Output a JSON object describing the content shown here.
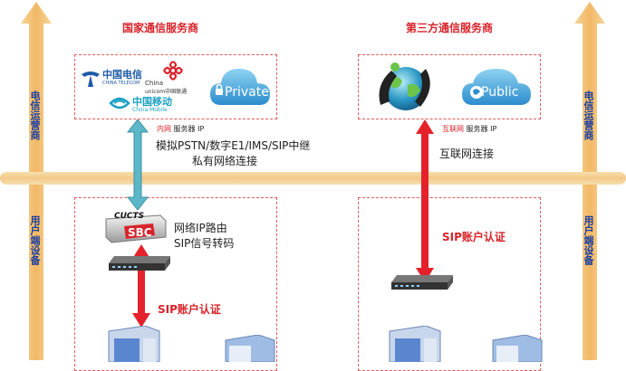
{
  "left_sidebar": {
    "top_label": "电信运营商",
    "bottom_label": "用户端设备"
  },
  "right_sidebar": {
    "top_label": "电信运营商",
    "bottom_label": "用户端设备"
  },
  "left_provider": {
    "title": "国家通信服务商",
    "telecom_logo_cn": "中国电信",
    "telecom_logo_en": "CHINA TELECOM",
    "unicom_logo_en1": "China",
    "unicom_logo_en2": "unicom中国联通",
    "mobile_logo_cn": "中国移动",
    "mobile_logo_en": "China Mobile",
    "cloud_label": "Private",
    "server_ip_prefix": "内网",
    "server_ip_suffix": "服务器 IP"
  },
  "right_provider": {
    "title": "第三方通信服务商",
    "cloud_label": "Public",
    "server_ip_prefix": "互联网",
    "server_ip_suffix": "服务器 IP"
  },
  "left_link_desc": {
    "line1": "模拟PSTN/数字E1/IMS/SIP中继",
    "line2": "私有网络连接"
  },
  "right_link_desc": "互联网连接",
  "sbc": {
    "brand": "CUCTS",
    "label": "SBC",
    "desc_line1": "网络IP路由",
    "desc_line2": "SIP信号转码"
  },
  "left_auth": "SIP账户认证",
  "right_auth": "SIP账户认证",
  "colors": {
    "accent_red": "#d8232a",
    "sidebar_orange": "#f2b866",
    "teal_arrow": "#5cb7c8",
    "label_blue": "#1a3fa0"
  },
  "icons": [
    "telecom-logo-icon",
    "unicom-logo-icon",
    "mobile-logo-icon",
    "private-cloud-icon",
    "public-cloud-icon",
    "globe-phone-icon",
    "sbc-device-icon",
    "network-switch-icon",
    "server-icon"
  ]
}
